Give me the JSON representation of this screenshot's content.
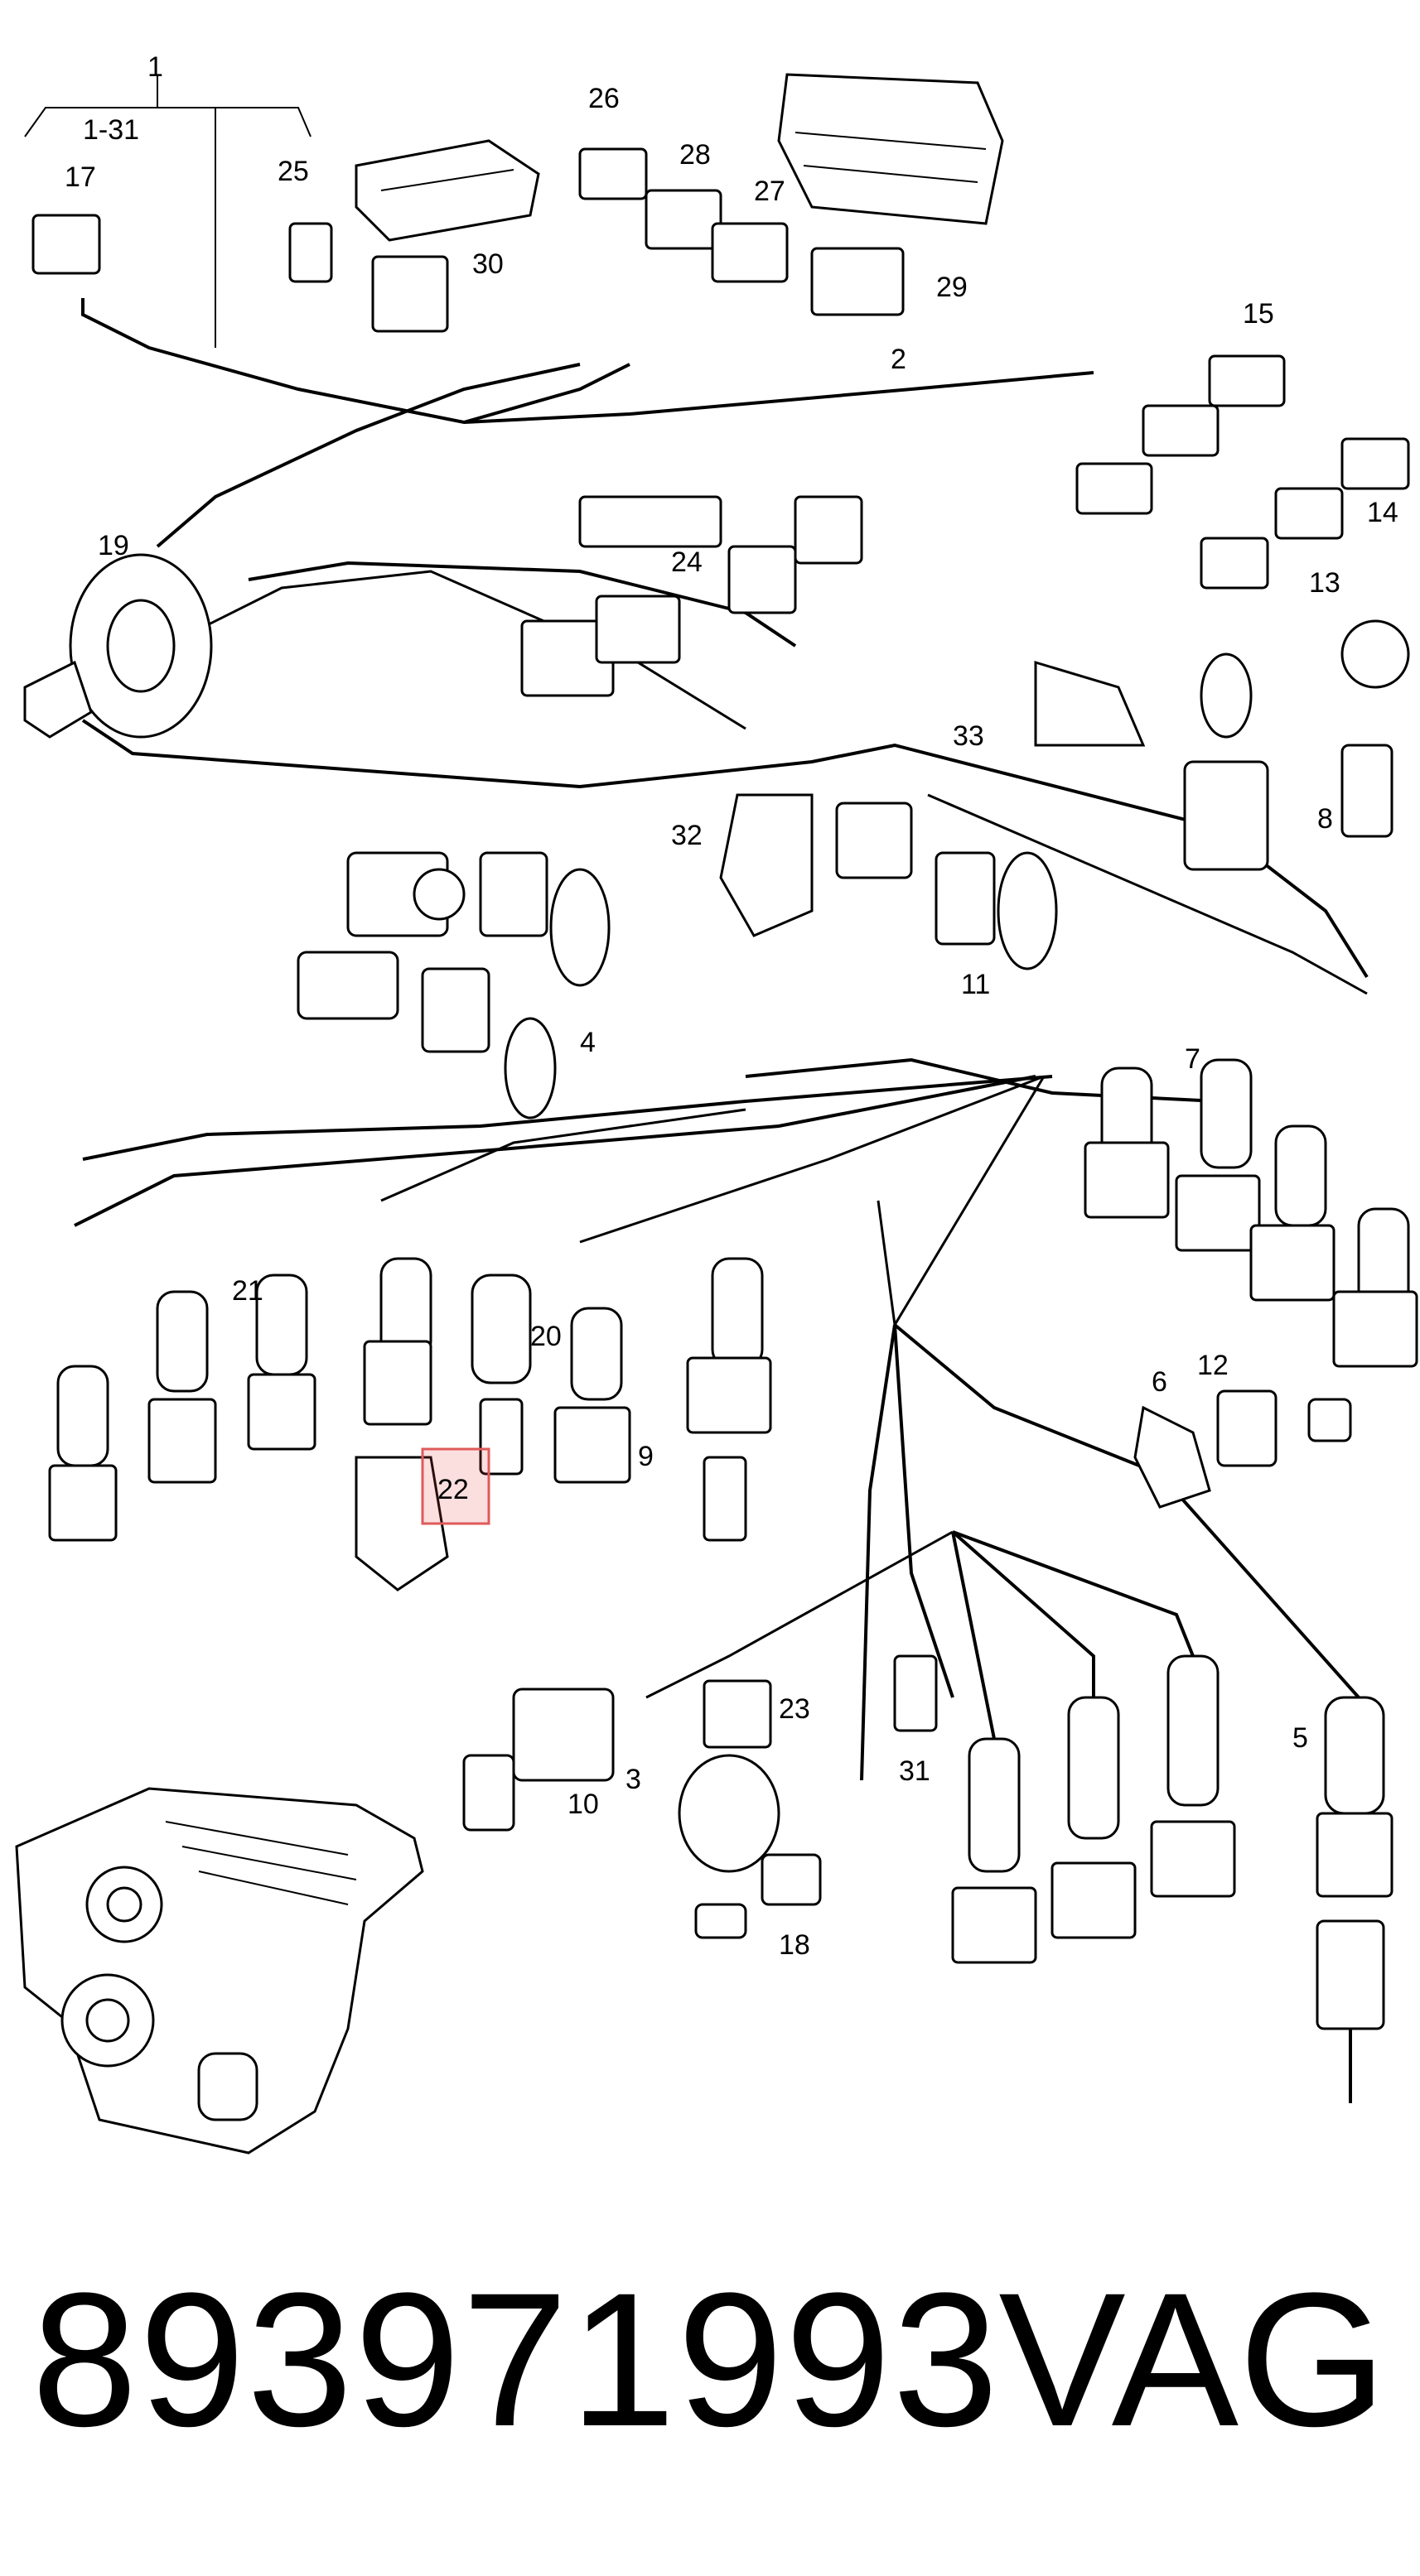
{
  "diagram": {
    "callouts": [
      "1",
      "1-31",
      "2",
      "3",
      "4",
      "5",
      "6",
      "7",
      "8",
      "9",
      "10",
      "11",
      "12",
      "13",
      "14",
      "15",
      "17",
      "18",
      "19",
      "20",
      "21",
      "22",
      "23",
      "24",
      "25",
      "26",
      "27",
      "28",
      "29",
      "30",
      "31",
      "32",
      "33"
    ],
    "highlighted_callout": "22",
    "highlight_color": "#e05a5a"
  },
  "footer": {
    "part_number": "893971993",
    "brand": "VAG"
  }
}
